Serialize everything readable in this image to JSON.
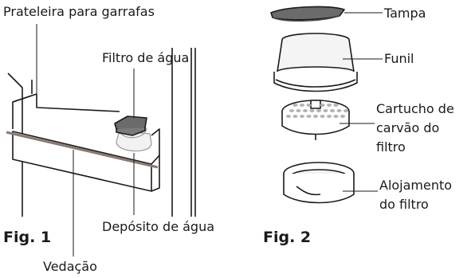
{
  "figure1": {
    "caption": "Fig. 1",
    "labels": {
      "bottle_shelf": "Prateleira para garrafas",
      "water_filter": "Filtro de água",
      "water_tank": "Depósito de água",
      "seal": "Vedação"
    }
  },
  "figure2": {
    "caption": "Fig. 2",
    "labels": {
      "lid": "Tampa",
      "funnel": "Funil",
      "cartridge_line1": "Cartucho de",
      "cartridge_line2": "carvão do",
      "cartridge_line3": "filtro",
      "housing_line1": "Alojamento",
      "housing_line2": "do filtro"
    }
  },
  "colors": {
    "line": "#1a1a1a",
    "lid_fill": "#6b6b6b",
    "seal": "#8a7a72",
    "funnel_fill": "#f4f4f4",
    "carbon_dots": "#b3b3b3"
  }
}
